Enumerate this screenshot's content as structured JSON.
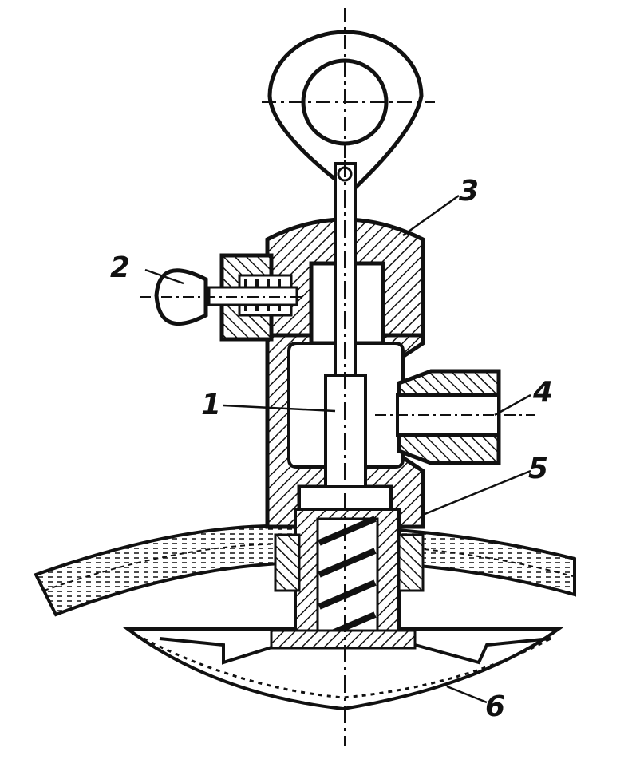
{
  "colors": {
    "ink": "#111111",
    "paper": "#ffffff"
  },
  "callouts": [
    {
      "id": "1",
      "text": "1"
    },
    {
      "id": "2",
      "text": "2"
    },
    {
      "id": "3",
      "text": "3"
    },
    {
      "id": "4",
      "text": "4"
    },
    {
      "id": "5",
      "text": "5"
    },
    {
      "id": "6",
      "text": "6"
    }
  ]
}
